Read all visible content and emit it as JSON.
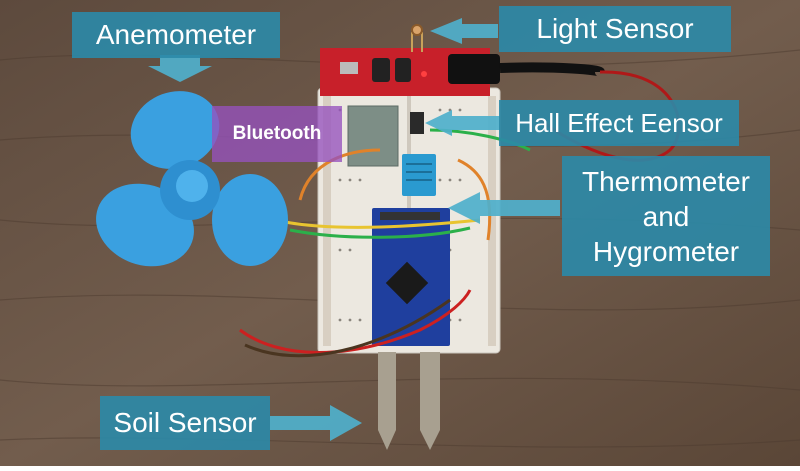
{
  "labels": {
    "anemometer": "Anemometer",
    "light_sensor": "Light Sensor",
    "bluetooth": "Bluetooth",
    "hall_effect": "Hall Effect Eensor",
    "thermo_line1": "Thermometer",
    "thermo_line2": "and",
    "thermo_line3": "Hygrometer",
    "soil_sensor": "Soil Sensor"
  },
  "colors": {
    "label_bg": "#2b8aa8",
    "bluetooth_bg": "#9652be",
    "fan": "#3aa0e0",
    "wood": "#6b5647",
    "breadboard": "#ece8e0",
    "arduino": "#1f3f9e"
  }
}
